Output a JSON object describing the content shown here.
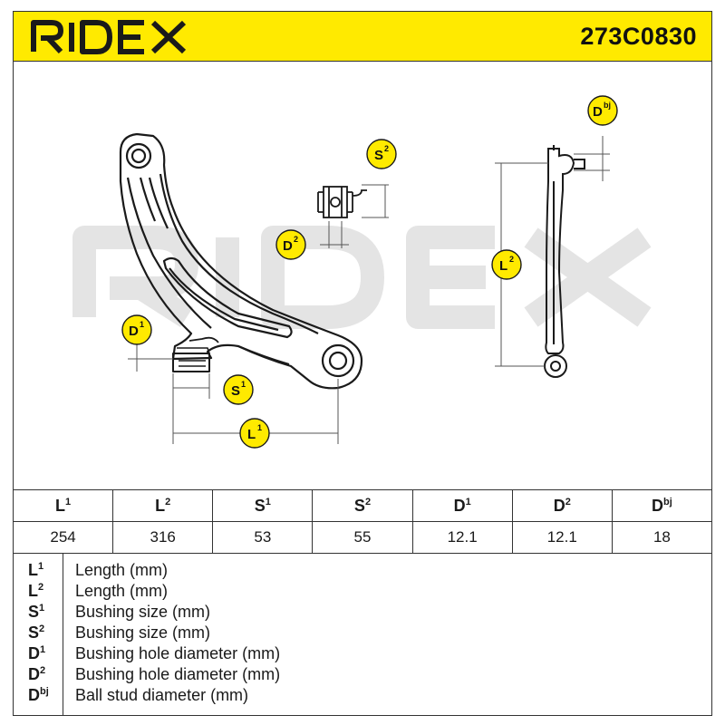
{
  "header": {
    "brand": "RIDEX",
    "part_number": "273C0830",
    "brand_color": "#1a1a1a",
    "background_color": "#ffea00"
  },
  "watermark": "RIDEX",
  "labels": {
    "L1": {
      "base": "L",
      "sup": "1"
    },
    "L2": {
      "base": "L",
      "sup": "2"
    },
    "S1": {
      "base": "S",
      "sup": "1"
    },
    "S2": {
      "base": "S",
      "sup": "2"
    },
    "D1": {
      "base": "D",
      "sup": "1"
    },
    "D2": {
      "base": "D",
      "sup": "2"
    },
    "Dbj": {
      "base": "D",
      "sup": "bj"
    }
  },
  "badge_color": "#ffea00",
  "table": {
    "columns": [
      {
        "base": "L",
        "sup": "1",
        "value": "254"
      },
      {
        "base": "L",
        "sup": "2",
        "value": "316"
      },
      {
        "base": "S",
        "sup": "1",
        "value": "53"
      },
      {
        "base": "S",
        "sup": "2",
        "value": "55"
      },
      {
        "base": "D",
        "sup": "1",
        "value": "12.1"
      },
      {
        "base": "D",
        "sup": "2",
        "value": "12.1"
      },
      {
        "base": "D",
        "sup": "bj",
        "value": "18"
      }
    ]
  },
  "legend": [
    {
      "base": "L",
      "sup": "1",
      "desc": "Length (mm)"
    },
    {
      "base": "L",
      "sup": "2",
      "desc": "Length (mm)"
    },
    {
      "base": "S",
      "sup": "1",
      "desc": "Bushing size (mm)"
    },
    {
      "base": "S",
      "sup": "2",
      "desc": "Bushing size (mm)"
    },
    {
      "base": "D",
      "sup": "1",
      "desc": "Bushing hole diameter (mm)"
    },
    {
      "base": "D",
      "sup": "2",
      "desc": "Bushing hole diameter (mm)"
    },
    {
      "base": "D",
      "sup": "bj",
      "desc": "Ball stud diameter (mm)"
    }
  ]
}
